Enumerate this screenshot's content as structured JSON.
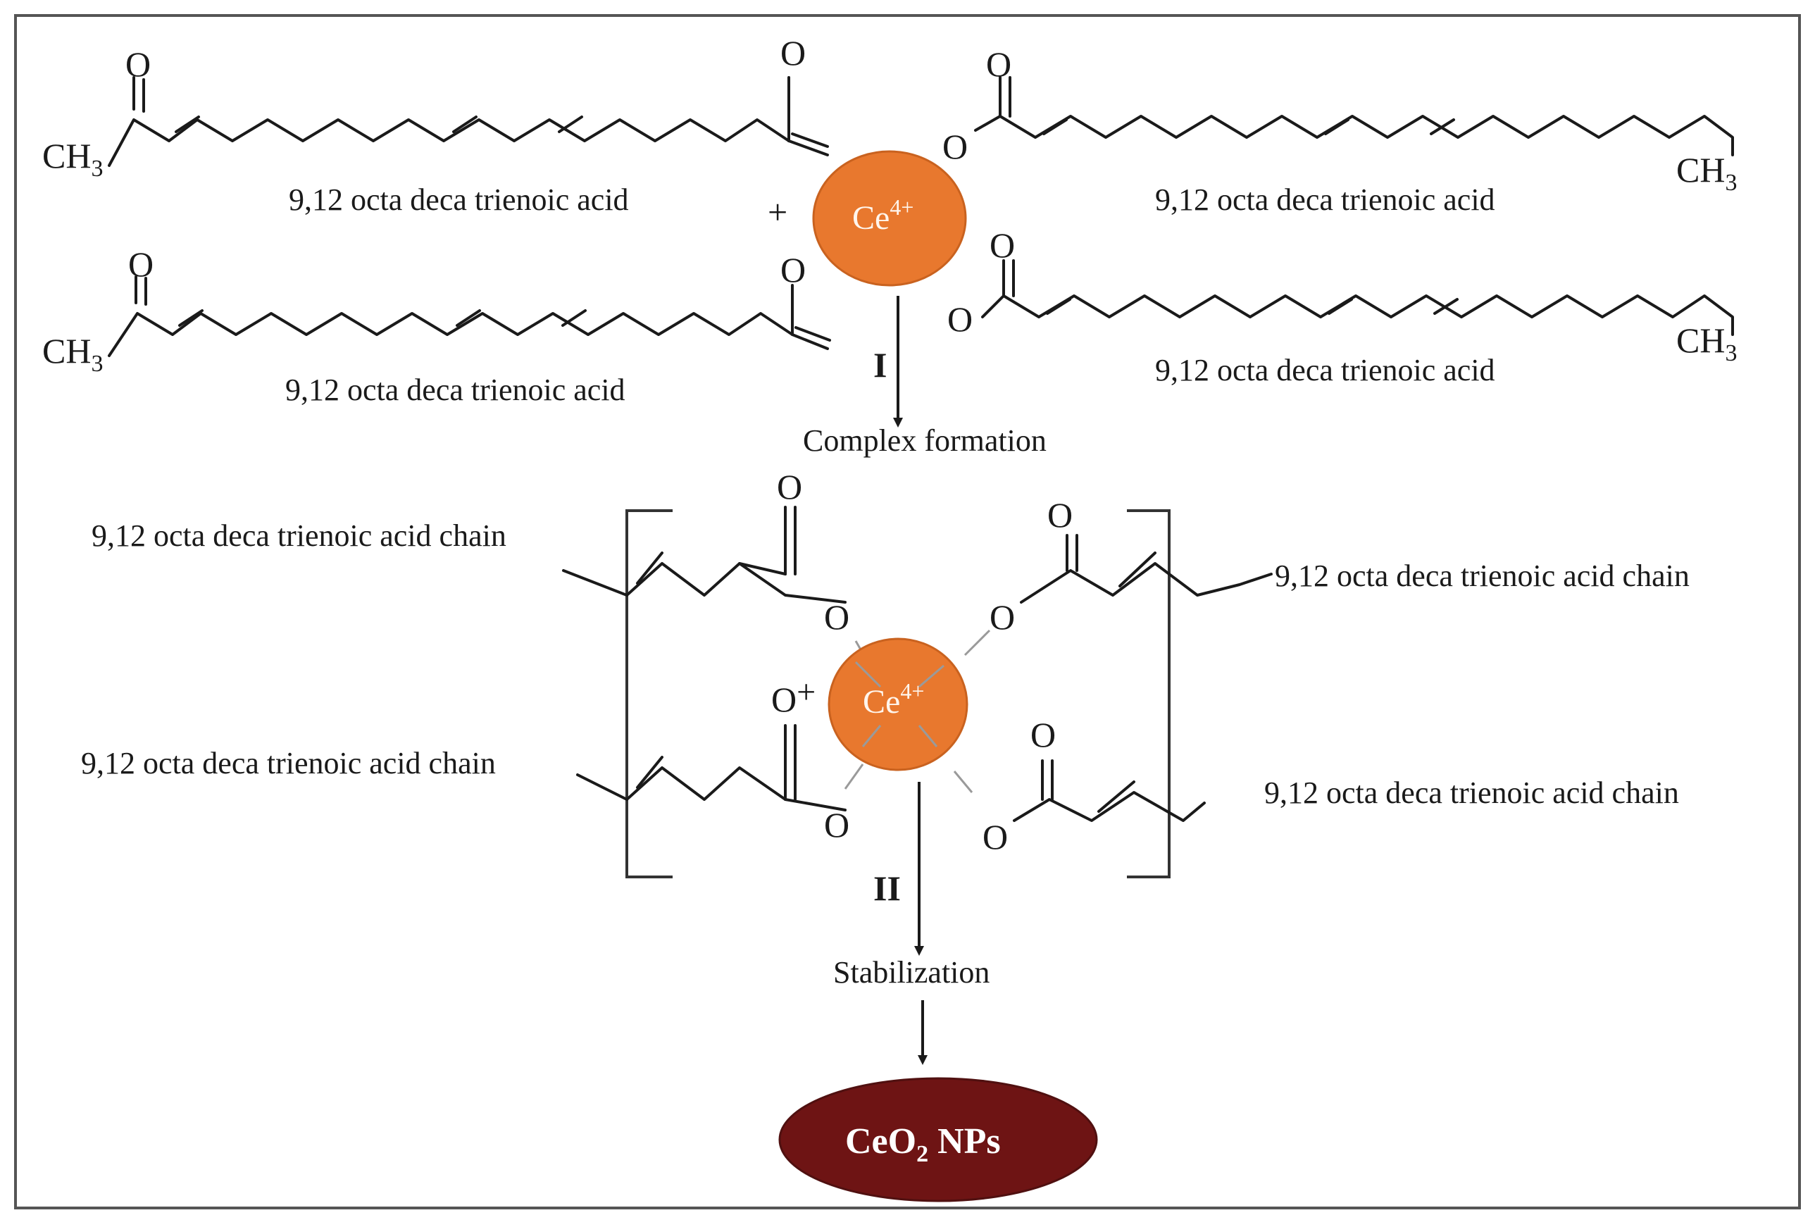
{
  "reactants": {
    "left_top": {
      "label": "9,12 octa deca trienoic acid",
      "terminal": "CH",
      "terminal_sub": "3",
      "oxygen_a": "O",
      "oxygen_b": "O"
    },
    "right_top": {
      "label": "9,12 octa deca trienoic acid",
      "terminal": "CH",
      "terminal_sub": "3",
      "oxygen_a": "O",
      "oxygen_b": "O"
    },
    "left_bottom": {
      "label": "9,12 octa deca trienoic acid",
      "terminal": "CH",
      "terminal_sub": "3",
      "oxygen_a": "O",
      "oxygen_b": "O"
    },
    "right_bottom": {
      "label": "9,12 octa deca trienoic acid",
      "terminal": "CH",
      "terminal_sub": "3",
      "oxygen_a": "O",
      "oxygen_b": "O"
    },
    "plus": "+"
  },
  "cerium_ion": {
    "symbol": "Ce",
    "charge": "4+",
    "color": "#e8782e"
  },
  "steps": [
    {
      "roman": "I",
      "label": "Complex formation"
    },
    {
      "roman": "II",
      "label": "Stabilization"
    }
  ],
  "complex": {
    "chain_labels": [
      "9,12 octa deca trienoic acid chain",
      "9,12 octa deca trienoic acid chain",
      "9,12 octa deca trienoic acid chain",
      "9,12 octa deca trienoic acid chain"
    ],
    "oxygen": "O",
    "oxonium": "O",
    "oxonium_charge": "+",
    "center": {
      "symbol": "Ce",
      "charge": "4+"
    }
  },
  "product": {
    "label": "CeO",
    "sub": "2",
    "suffix": " NPs",
    "color": "#6e1414"
  }
}
